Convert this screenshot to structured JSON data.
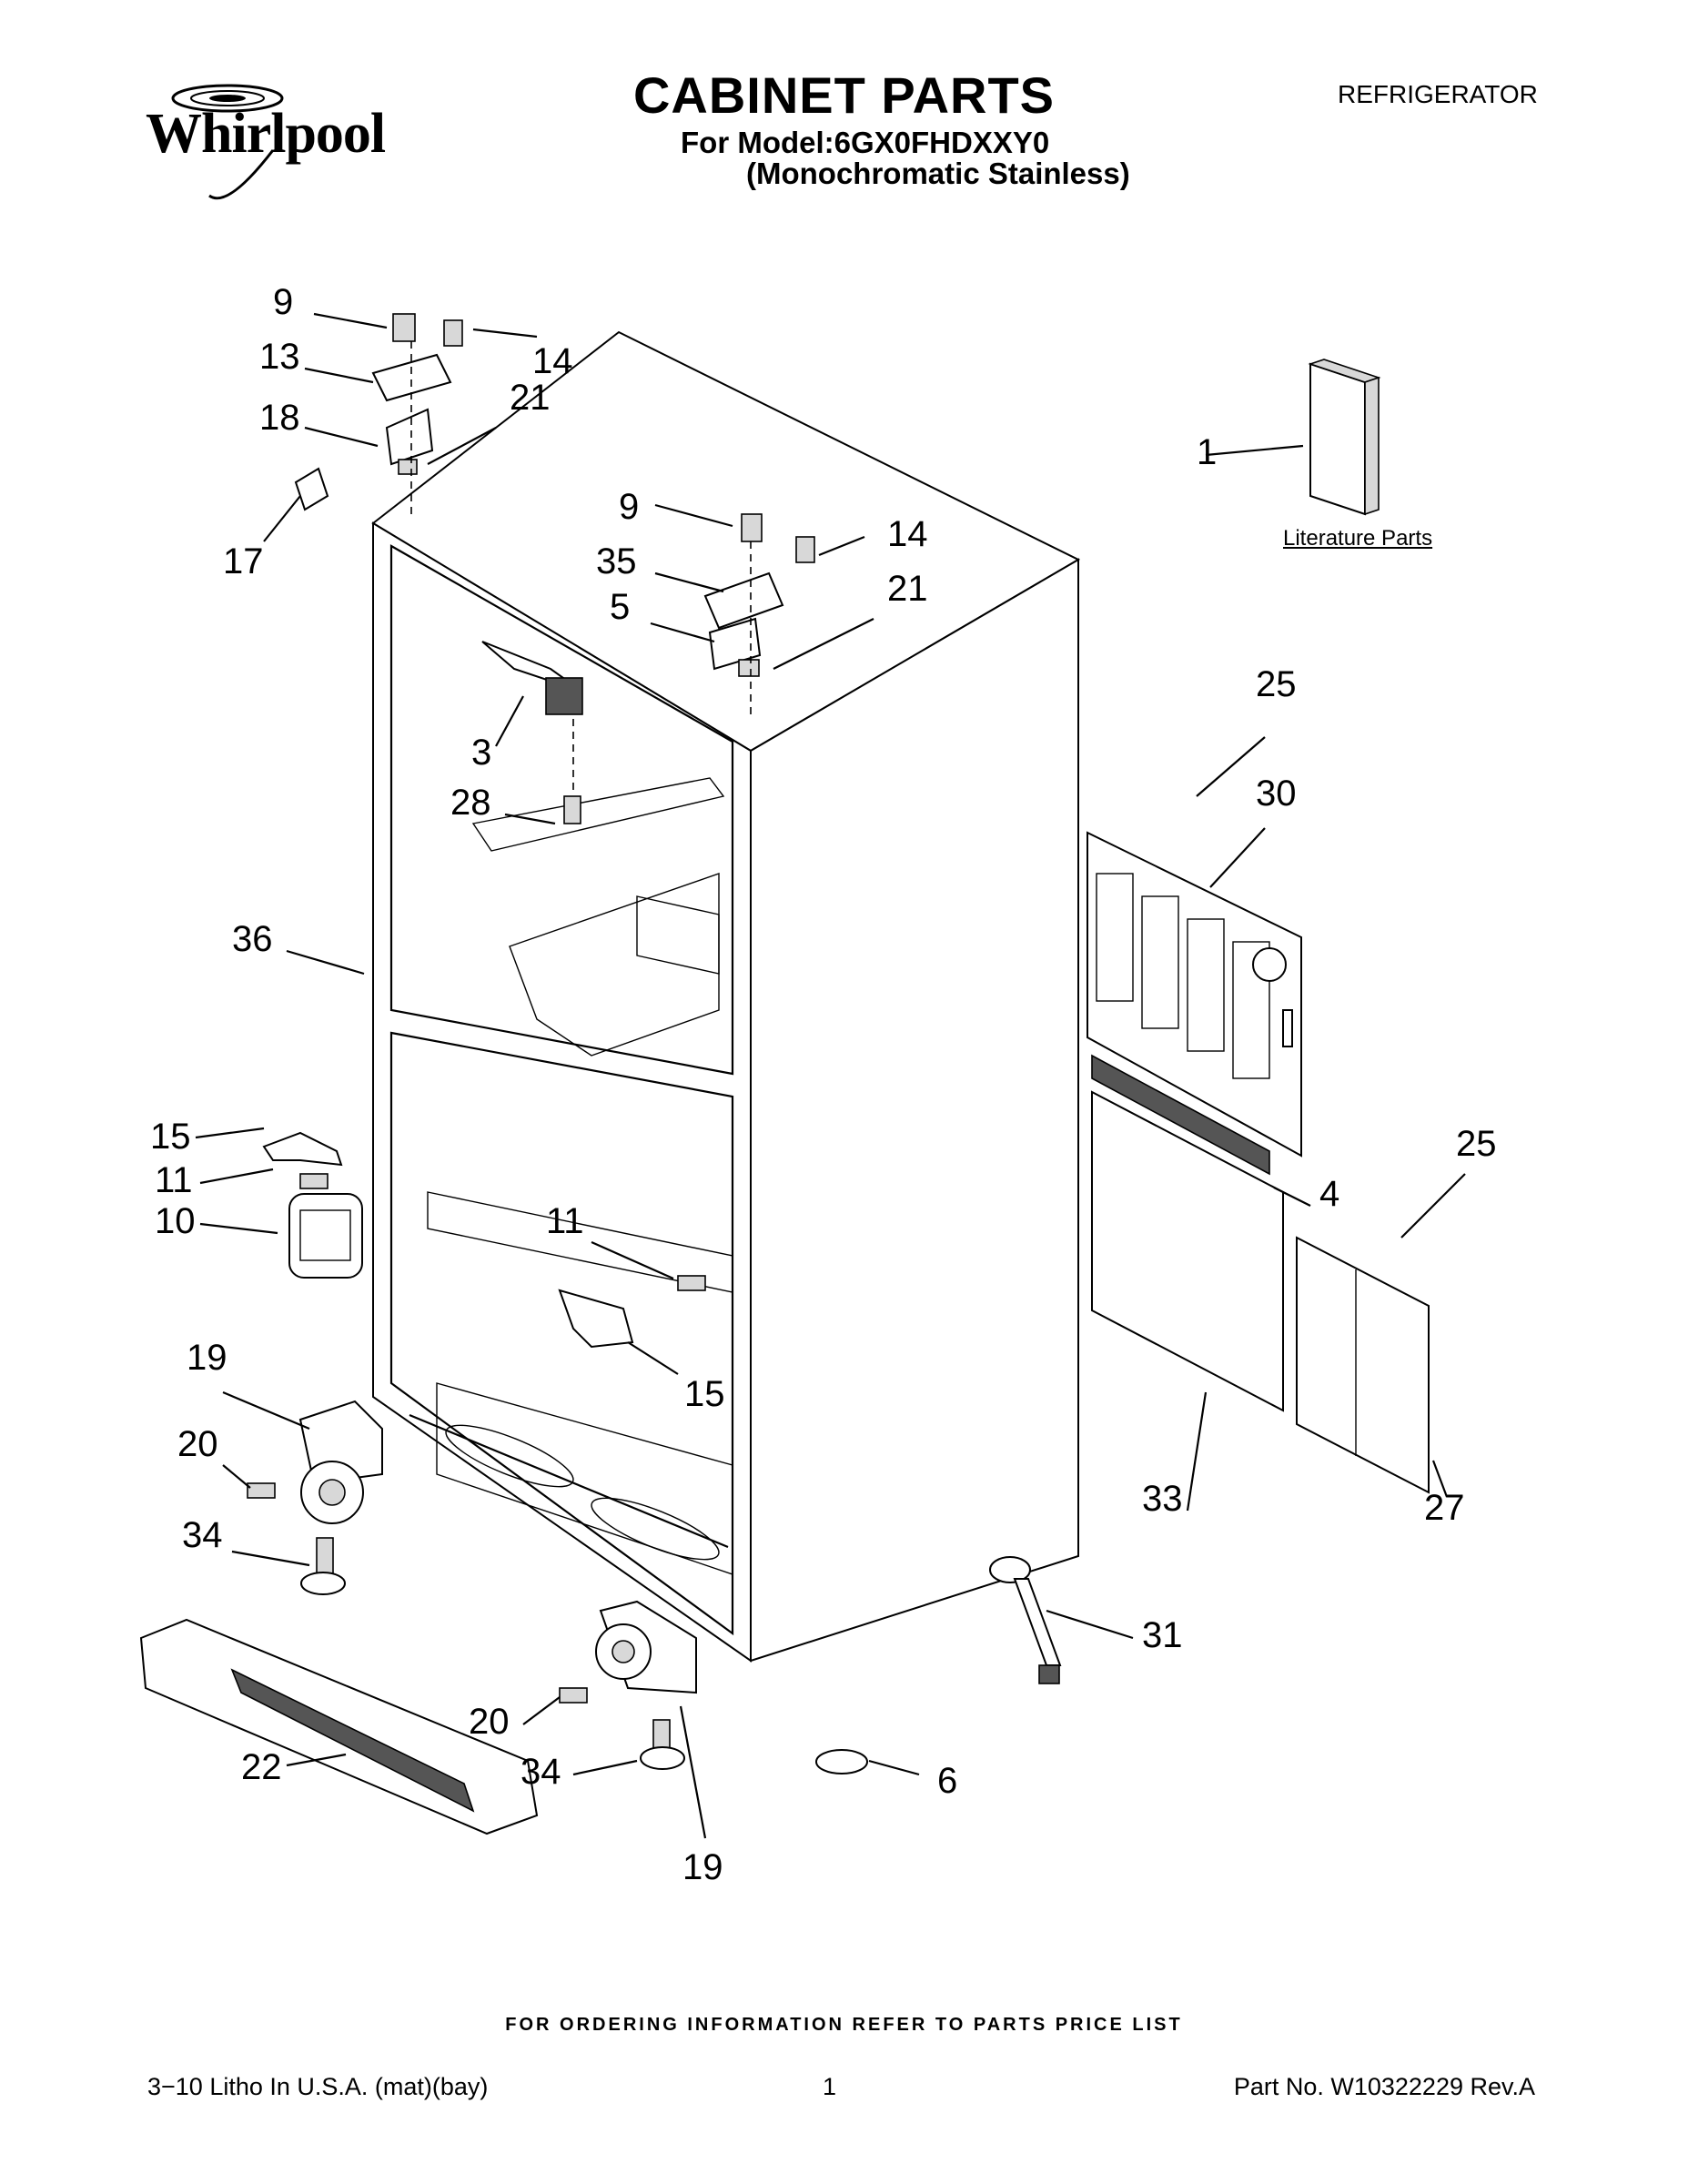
{
  "header": {
    "brand": "Whirlpool",
    "title": "CABINET PARTS",
    "model_line": "For Model:6GX0FHDXXY0",
    "variant_line": "(Monochromatic Stainless)",
    "appliance": "REFRIGERATOR"
  },
  "literature_label": "Literature Parts",
  "callouts": [
    "9",
    "13",
    "14",
    "18",
    "21",
    "17",
    "9",
    "35",
    "14",
    "5",
    "21",
    "1",
    "3",
    "28",
    "25",
    "30",
    "36",
    "15",
    "11",
    "10",
    "11",
    "15",
    "4",
    "25",
    "19",
    "20",
    "34",
    "33",
    "27",
    "31",
    "20",
    "22",
    "34",
    "6",
    "19"
  ],
  "footer": {
    "order_note": "FOR ORDERING INFORMATION REFER TO PARTS PRICE LIST",
    "litho": "3−10 Litho In U.S.A. (mat)(bay)",
    "page": "1",
    "part_no": "Part No. W10322229 Rev.A"
  }
}
